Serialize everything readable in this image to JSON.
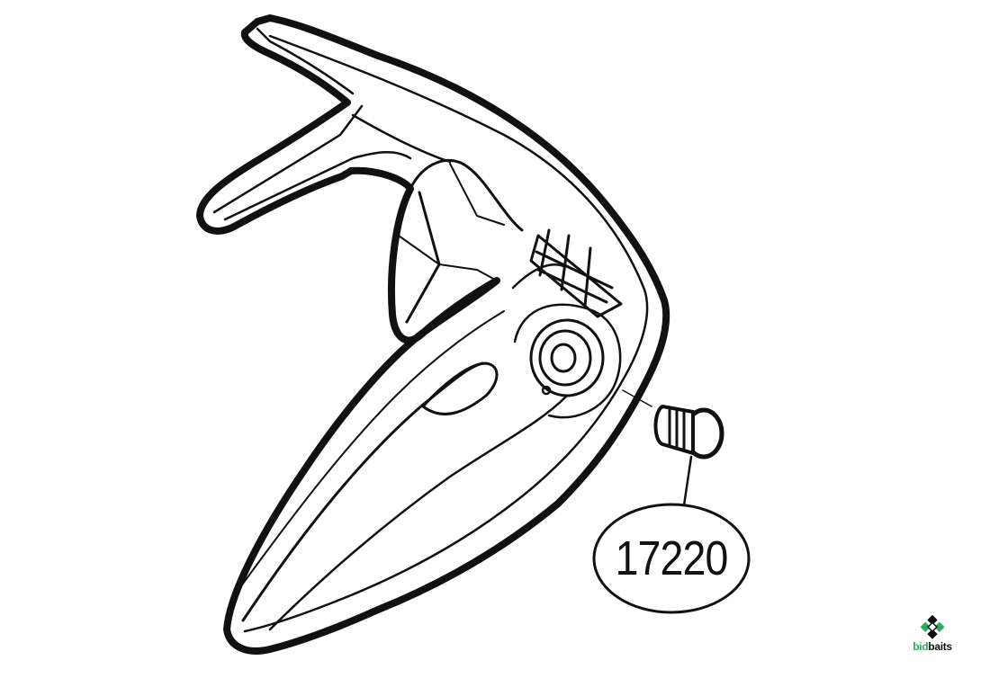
{
  "diagram": {
    "part_number": "17220"
  },
  "brand": {
    "logo_icon": "bidbaits-logo-icon",
    "name_part1": "bid",
    "name_part2": "baits",
    "accent_color": "#27ae60",
    "text_color": "#111111"
  },
  "colors": {
    "line": "#111111",
    "background": "#ffffff"
  }
}
